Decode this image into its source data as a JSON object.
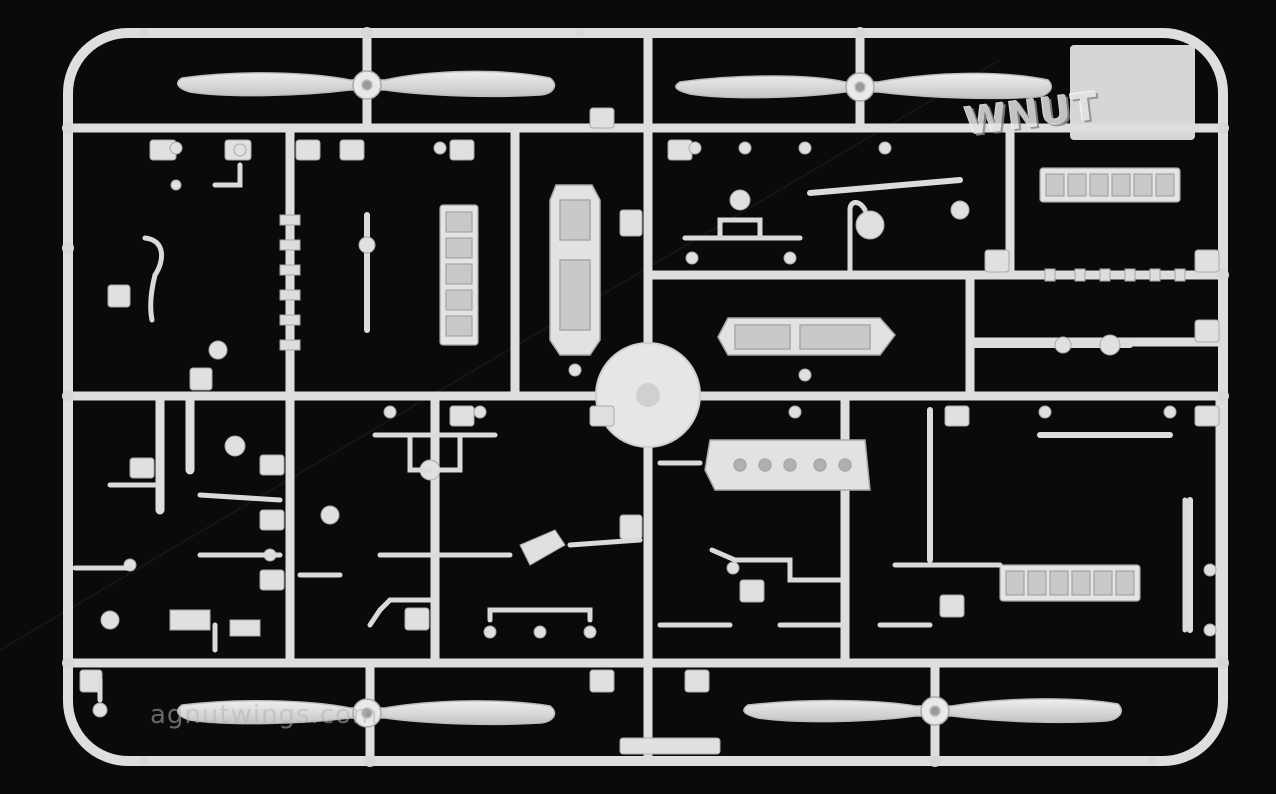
{
  "photo": {
    "subject": "Plastic model kit sprue with engine and propeller parts",
    "background_color": "#0a0a0a",
    "plastic_color": "#dcdcdc",
    "plastic_shade": "#b9b9b9"
  },
  "logo": {
    "text": "WNUT"
  },
  "watermark": {
    "text": "agnutwings.com"
  }
}
